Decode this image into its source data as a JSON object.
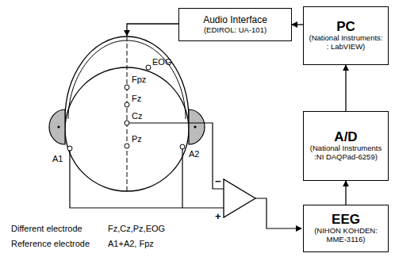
{
  "diagram": {
    "nodes": [
      {
        "text": [
          "Audio Interface",
          "(EDIROL: UA-101)"
        ]
      },
      {
        "text": [
          "PC",
          "(National Instruments: : LabVIEW)"
        ]
      },
      {
        "text": [
          "A/D",
          "(National Instruments :NI DAQPad-6259)"
        ]
      },
      {
        "text": [
          "EEG",
          "(NIHON KOHDEN: MME-3116)"
        ]
      }
    ],
    "edges": [
      {
        "from": 1,
        "to": 0,
        "arrow": "to"
      },
      {
        "from": 2,
        "to": 1,
        "arrow": "to"
      },
      {
        "from": 3,
        "to": 2,
        "arrow": "to"
      }
    ],
    "labels": [
      "EOG",
      "Fpz",
      "Fz",
      "Cz",
      "Pz",
      "A1",
      "A2",
      "−",
      "+",
      "Different electrode",
      "Fz,Cz,Pz,EOG",
      "Reference electrode",
      "A1+A2, Fpz"
    ]
  }
}
